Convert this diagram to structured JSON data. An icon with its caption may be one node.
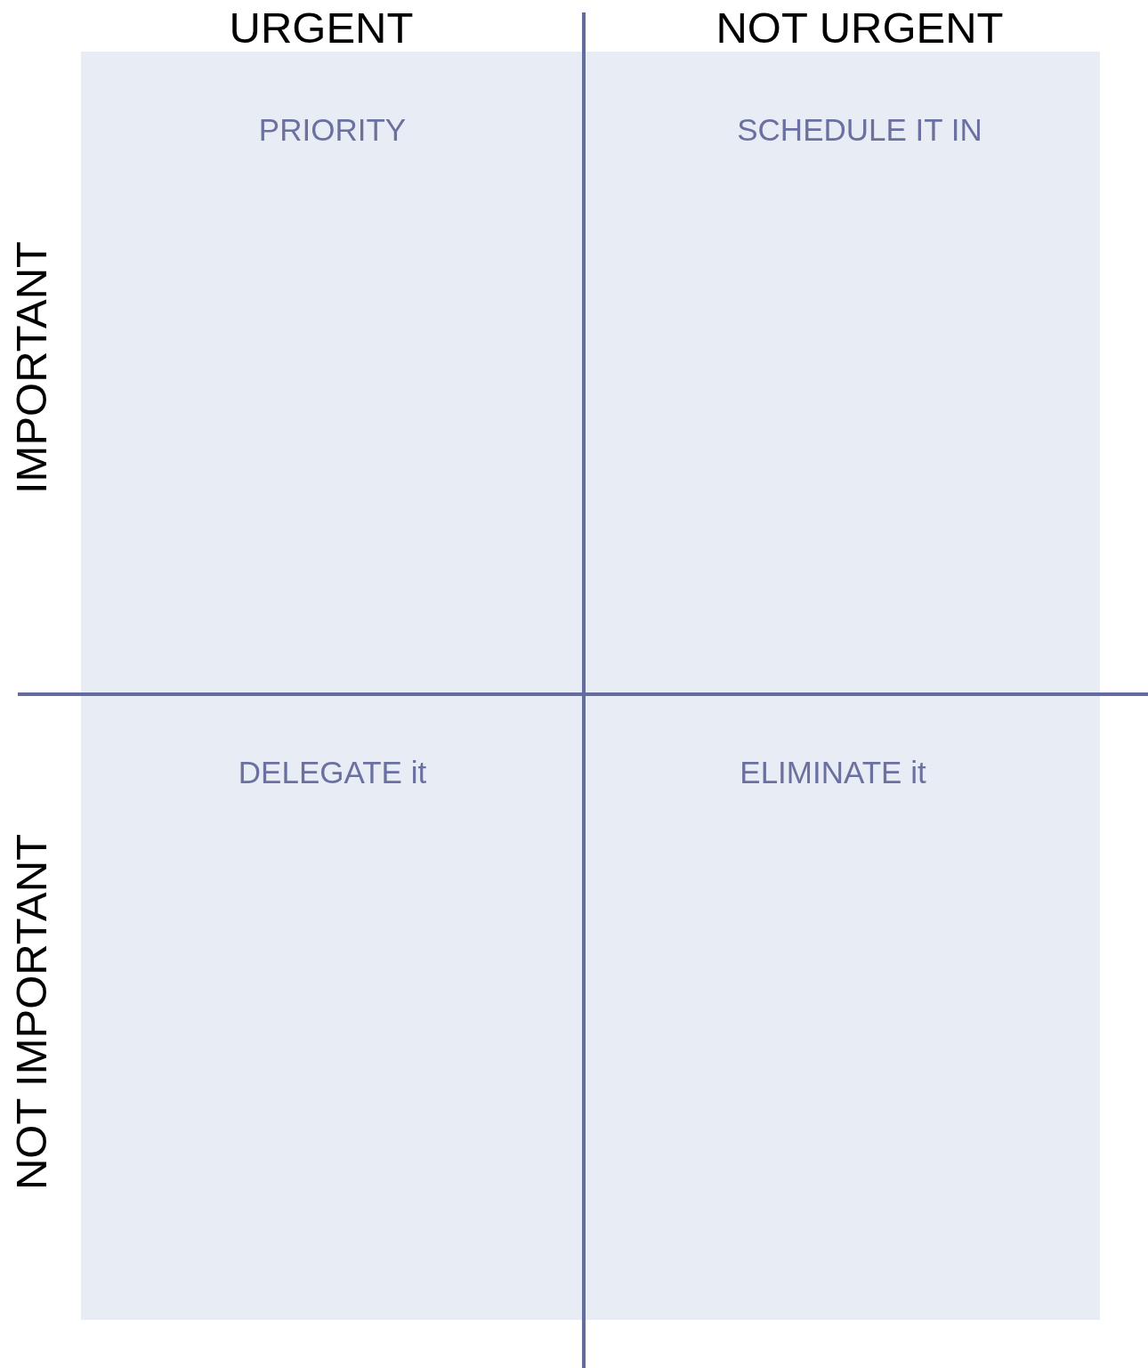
{
  "diagram": {
    "nodes": [
      {
        "text": [
          "PRIORITY"
        ]
      },
      {
        "text": [
          "SCHEDULE IT IN"
        ]
      },
      {
        "text": [
          "DELEGATE it"
        ]
      },
      {
        "text": [
          "ELIMINATE it"
        ]
      }
    ],
    "labels": [
      "URGENT",
      "NOT URGENT",
      "IMPORTANT",
      "NOT IMPORTANT"
    ]
  }
}
